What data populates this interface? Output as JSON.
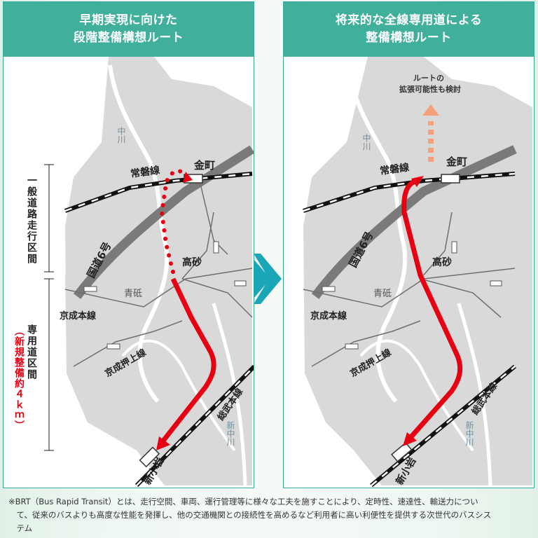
{
  "left_panel": {
    "title_line1": "早期実現に向けた",
    "title_line2": "段階整備構想ルート"
  },
  "right_panel": {
    "title_line1": "将来的な全線専用道による",
    "title_line2": "整備構想ルート",
    "extension_note_line1": "ルートの",
    "extension_note_line2": "拡張可能性も検討"
  },
  "labels": {
    "kanamachi": "金町",
    "joban_line": "常磐線",
    "route6": "国道6号",
    "takasago": "高砂",
    "aoto": "青砥",
    "keisei_main": "京成本線",
    "keisei_oshiage": "京成押上線",
    "sobu_main": "総武本線",
    "shin_koiwa": "新小岩",
    "nakagawa": "中川",
    "shin_nakagawa": "新中川"
  },
  "sections": {
    "general_road": "一般道路走行区間",
    "dedicated_road": "専用道区間",
    "new_construction": "（新規整備約４ｋｍ）"
  },
  "footnote": {
    "line1": "※BRT（Bus Rapid Transit）とは、走行空間、車両、運行管理等に様々な工夫を施すことにより、定時性、速達性、輸送力につい",
    "line2": "　て、従来のバスよりも高度な性能を発揮し、他の交通機関との接続性を高めるなど利用者に高い利便性を提供する次世代のバスシス",
    "line3": "　テム"
  },
  "colors": {
    "header_teal": "#40b09d",
    "route_red": "#e60012",
    "extension_orange": "#f4a07a",
    "arrow_teal": "#1aa6b7",
    "land_gray": "#d9d9d9",
    "road_gray": "#7a7a7a"
  }
}
